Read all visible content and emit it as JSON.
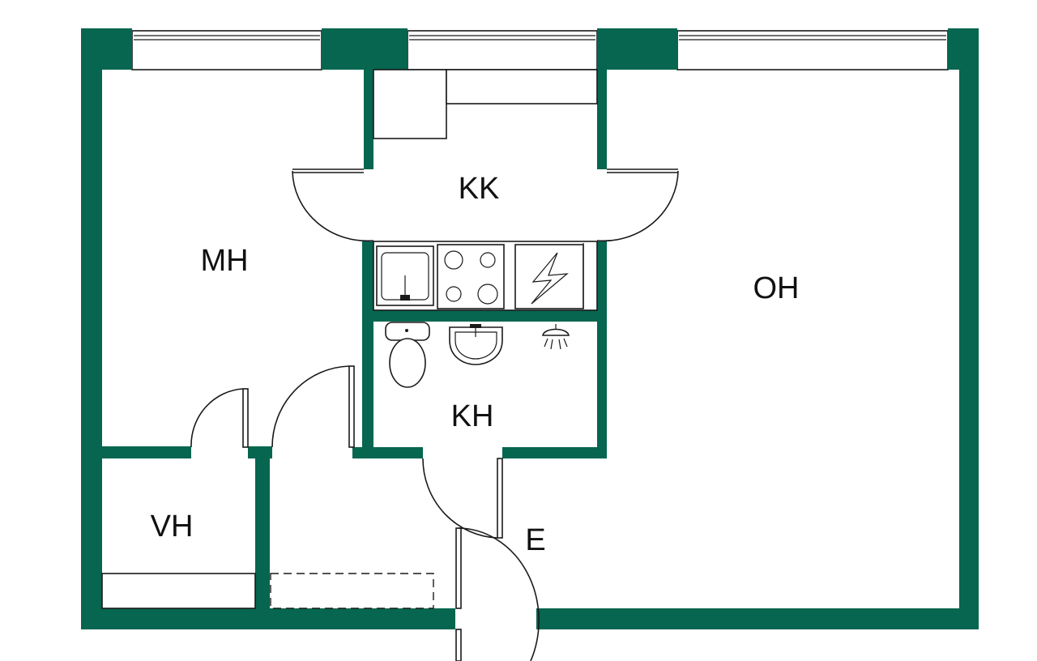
{
  "colors": {
    "wall": "#06664f",
    "line": "#1a1a1a",
    "background": "#ffffff"
  },
  "rooms": {
    "mh": "MH",
    "kk": "KK",
    "oh": "OH",
    "kh": "KH",
    "vh": "VH",
    "e": "E"
  },
  "icons": {
    "sink": "kitchen-sink-icon",
    "stove": "stove-icon",
    "electric": "lightning-icon",
    "toilet": "toilet-icon",
    "washbasin": "washbasin-icon",
    "shower": "shower-icon"
  }
}
